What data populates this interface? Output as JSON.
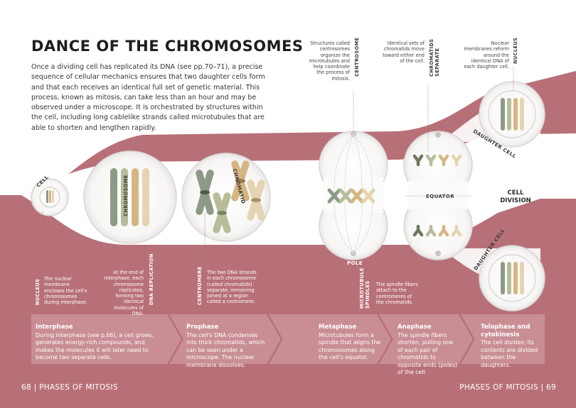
{
  "title": "Dance of the chromosomes",
  "intro": "Once a dividing cell has replicated its DNA (see pp.70–71), a precise sequence of cellular mechanics ensures that two daughter cells form and that each receives an identical full set of genetic material. This process, known as mitosis, can take less than an hour and may be observed under a microscope. It is orchestrated by structures within the cell, including long cablelike strands called microtubules that are able to shorten and lengthen rapidly.",
  "top_annotations": {
    "centrosome_text": "Structures called centrosomes organize the microtubules and help coordinate the process of mitosis.",
    "centrosome_label": "CENTROSOME",
    "chromatids_text": "Identical sets of chromatids move toward either end of the cell.",
    "chromatids_label": "CHROMATIDS SEPARATE",
    "nucleus_text": "Nuclear membranes reform around the identical DNA of each daughter cell.",
    "nucleus_label": "NUCLEUS"
  },
  "diagram_labels": {
    "cell": "CELL",
    "chromosome": "CHROMOSOME",
    "chromatid": "CHROMATID",
    "equator": "EQUATOR",
    "pole": "POLE",
    "daughter_cell_top": "DAUGHTER CELL",
    "daughter_cell_bottom": "DAUGHTER CELL",
    "cell_division": "CELL DIVISION"
  },
  "bottom_annotations": {
    "nucleus_label": "NUCLEUS",
    "nucleus_text": "The nuclear membrane encloses the cell's chromosomes during interphase.",
    "dna_text": "At the end of interphase, each chromosome replicates, forming two identical molecules of DNA.",
    "dna_label": "DNA REPLICATION",
    "centromere_label": "CENTROMERE",
    "centromere_text": "The two DNA strands in each chromosome (called chromatids) separate, remaining joined at a region called a centromere.",
    "spindles_label": "MICROTUBULE SPINDLES",
    "spindles_text": "The spindle fibers attach to the centromeres of the chromatids."
  },
  "phases": [
    {
      "name": "Interphase",
      "text": "During interphase (see p.66), a cell grows, generates energy-rich compounds, and makes the molecules it will later need to become two separate cells."
    },
    {
      "name": "Prophase",
      "text": "The cell's DNA condenses into thick chromatids, which can be seen under a microscope. The nuclear membrane dissolves."
    },
    {
      "name": "Metaphase",
      "text": "Microtubules form a spindle that aligns the chromosomes along the cell's equator."
    },
    {
      "name": "Anaphase",
      "text": "The spindle fibers shorten, pulling one of each pair of chromatids to opposite ends (poles) of the cell."
    },
    {
      "name": "Telophase and cytokinesis",
      "text": "The cell divides; its contents are divided between the daughters."
    }
  ],
  "footer": {
    "left": "68 | PHASES OF MITOSIS",
    "right": "PHASES OF MITOSIS | 69"
  },
  "colors": {
    "band": "#b87078",
    "band_dark": "#a85e68",
    "band_light": "#c58a90",
    "chrom_green": "#8d9a86",
    "chrom_sage": "#b7bd9a",
    "chrom_tan": "#d5b683",
    "chrom_cream": "#e5d4b0"
  }
}
